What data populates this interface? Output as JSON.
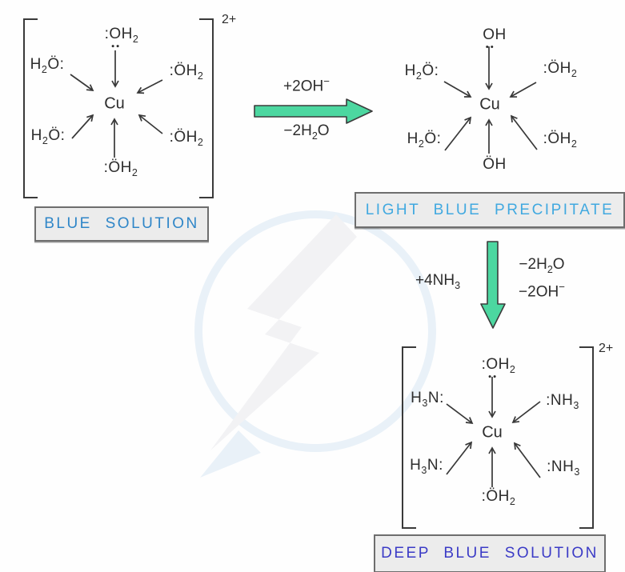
{
  "colors": {
    "formula_text": "#2d2d2d",
    "reaction_arrow_fill": "#4cd7a0",
    "reaction_arrow_outline": "#3b3b3b",
    "label_box_bg": "#ececec",
    "label_box_border": "#6e6e6e",
    "blue_solution_text": "#2f86c8",
    "light_blue_precipitate_text": "#41a9e0",
    "deep_blue_solution_text": "#3b3bc6",
    "watermark_bolt": "#f2f2f4",
    "watermark_circle": "#e9f1f8"
  },
  "complex_a": {
    "charge": "2+",
    "center": "Cu",
    "ligand_top": {
      "pre": ":",
      "o": "O",
      "b": "H",
      "sub": "2"
    },
    "ligand_upper_left": {
      "a": "H",
      "sub": "2",
      "b": "Ö:"
    },
    "ligand_lower_left": {
      "a": "H",
      "sub": "2",
      "b": "Ö:"
    },
    "ligand_upper_right": {
      "a": ":ÖH",
      "sub": "2"
    },
    "ligand_lower_right": {
      "a": ":ÖH",
      "sub": "2"
    },
    "ligand_bottom": {
      "a": ":ÖH",
      "sub": "2"
    },
    "label": "BLUE SOLUTION"
  },
  "reaction_1": {
    "added": {
      "a": "+2OH",
      "sup": "−"
    },
    "removed": {
      "a": "−2H",
      "sub": "2",
      "b": "O"
    }
  },
  "complex_b": {
    "center": "Cu",
    "ligand_top": {
      "o": "O",
      "b": "H"
    },
    "ligand_upper_left": {
      "a": "H",
      "sub": "2",
      "b": "Ö:"
    },
    "ligand_lower_left": {
      "a": "H",
      "sub": "2",
      "b": "Ö:"
    },
    "ligand_upper_right": {
      "a": ":ÖH",
      "sub": "2"
    },
    "ligand_lower_right": {
      "a": ":ÖH",
      "sub": "2"
    },
    "ligand_bottom": {
      "a": "ÖH"
    },
    "label": "LIGHT BLUE PRECIPITATE"
  },
  "reaction_2": {
    "added": {
      "a": "+4NH",
      "sub": "3"
    },
    "removed_1": {
      "a": "−2H",
      "sub": "2",
      "b": "O"
    },
    "removed_2": {
      "a": "−2OH",
      "sup": "−"
    }
  },
  "complex_c": {
    "charge": "2+",
    "center": "Cu",
    "ligand_top": {
      "pre": ":",
      "o": "O",
      "b": "H",
      "sub": "2"
    },
    "ligand_upper_left": {
      "a": "H",
      "sub": "3",
      "b": "N:"
    },
    "ligand_lower_left": {
      "a": "H",
      "sub": "3",
      "b": "N:"
    },
    "ligand_upper_right": {
      "a": ":NH",
      "sub": "3"
    },
    "ligand_lower_right": {
      "a": ":NH",
      "sub": "3"
    },
    "ligand_bottom": {
      "a": ":ÖH",
      "sub": "2"
    },
    "label": "DEEP BLUE SOLUTION"
  }
}
